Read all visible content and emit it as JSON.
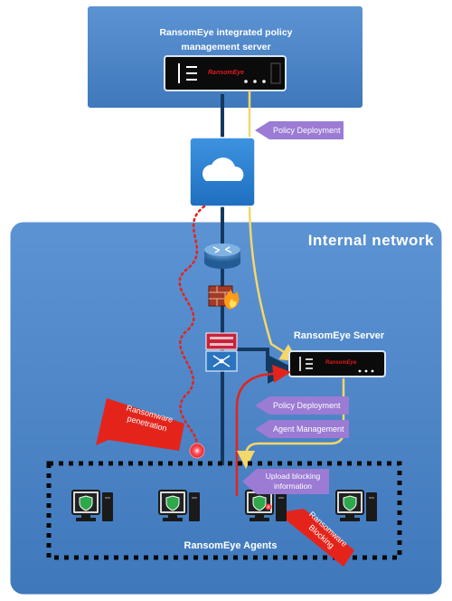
{
  "idc": {
    "title": "IDC",
    "server_label": "RansomEye integrated policy management server",
    "rack_brand": "RansomEye"
  },
  "internal": {
    "title": "Internal network",
    "server_title": "RansomEye Server",
    "rack_brand": "RansomEye",
    "agents_title": "RansomEye Agents"
  },
  "badges": {
    "policy_top": "Policy Deployment",
    "policy_mid": "Policy Deployment",
    "agent_mgmt": "Agent Management",
    "upload": "Upload blocking information"
  },
  "red_labels": {
    "penetration": "Ransomware penetration",
    "blocking": "Ransomware Blocking"
  },
  "colors": {
    "zone_blue": "#4e86c8",
    "trunk": "#14395f",
    "policy_line": "#f4d76a",
    "badge_purple": "#9b7bd4",
    "threat_red": "#e4241b"
  }
}
